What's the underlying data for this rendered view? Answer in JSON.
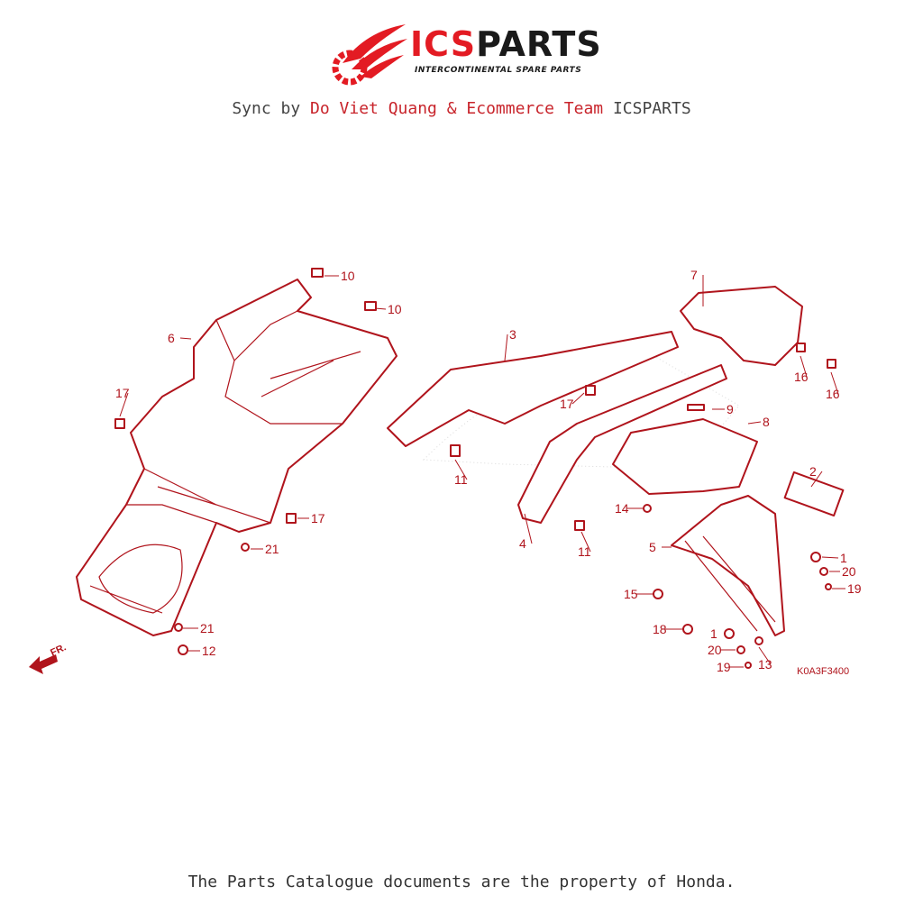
{
  "logo": {
    "brand_red": "ICS",
    "brand_dark": "PARTS",
    "tagline": "INTERCONTINENTAL SPARE PARTS",
    "colors": {
      "red": "#e31b23",
      "dark": "#1a1a1a"
    }
  },
  "header": {
    "sync_prefix": "Sync by ",
    "sync_highlight": "Do Viet Quang & Ecommerce Team",
    "sync_suffix": " ICSPARTS"
  },
  "diagram": {
    "line_color": "#b0141c",
    "callouts": [
      "10",
      "10",
      "6",
      "7",
      "3",
      "17",
      "17",
      "16",
      "16",
      "9",
      "8",
      "2",
      "11",
      "17",
      "14",
      "4",
      "11",
      "5",
      "21",
      "1",
      "20",
      "19",
      "15",
      "21",
      "18",
      "1",
      "20",
      "12",
      "13",
      "19"
    ],
    "figure_code": "K0A3F3400",
    "direction_label": "FR."
  },
  "footer": {
    "text": "The Parts Catalogue documents are the property of Honda."
  }
}
